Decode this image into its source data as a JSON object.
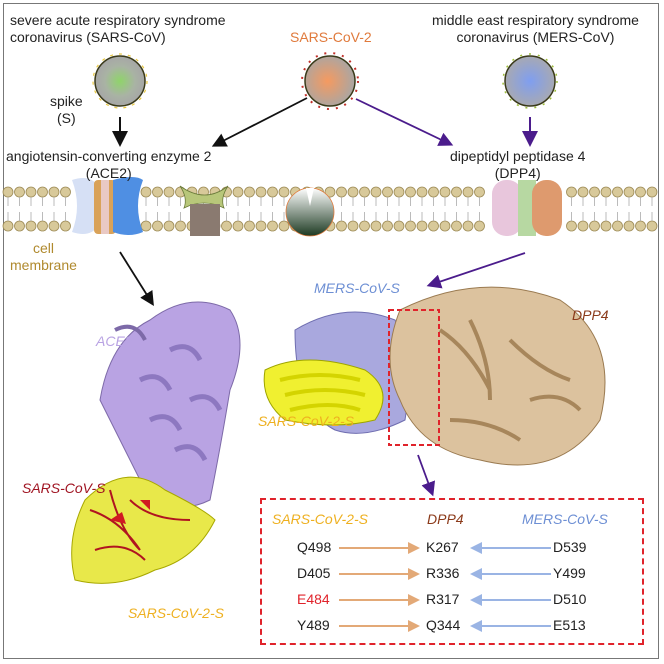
{
  "viruses": {
    "sars_cov": {
      "line1": "severe acute respiratory syndrome",
      "line2": "coronavirus (SARS-CoV)"
    },
    "sars_cov_2": {
      "label": "SARS-CoV-2"
    },
    "mers_cov": {
      "line1": "middle east respiratory syndrome",
      "line2": "coronavirus  (MERS-CoV)"
    }
  },
  "spike": {
    "line1": "spike",
    "line2": "(S)"
  },
  "receptors": {
    "ace2": {
      "line1": "angiotensin-converting enzyme 2",
      "line2": "(ACE2)"
    },
    "dpp4": {
      "line1": "dipeptidyl peptidase 4",
      "line2": "(DPP4)"
    }
  },
  "membrane": {
    "line1": "cell",
    "line2": "membrane"
  },
  "structures": {
    "ace2_label": "ACE2",
    "sars_cov_s_label": "SARS-CoV-S",
    "sars_cov_2_s_left_label": "SARS-CoV-2-S",
    "mers_cov_s_label": "MERS-CoV-S",
    "dpp4_label": "DPP4",
    "sars_cov_2_s_right_label": "SARS-CoV-2-S"
  },
  "interactions": {
    "headers": {
      "left": "SARS-CoV-2-S",
      "middle": "DPP4",
      "right": "MERS-CoV-S"
    },
    "rows": [
      {
        "sars2": "Q498",
        "dpp4": "K267",
        "mers": "D539",
        "highlight": false
      },
      {
        "sars2": "D405",
        "dpp4": "R336",
        "mers": "Y499",
        "highlight": false
      },
      {
        "sars2": "E484",
        "dpp4": "R317",
        "mers": "D510",
        "highlight": true
      },
      {
        "sars2": "Y489",
        "dpp4": "Q344",
        "mers": "E513",
        "highlight": false
      }
    ]
  },
  "colors": {
    "sars2_orange": "#e07a3c",
    "mers_blue": "#6d8fd4",
    "dpp4_brown": "#8b3a1a",
    "ace2_purple": "#b9a3e3",
    "sars_red": "#a01422",
    "highlight_red": "#e0232b",
    "purple_arrow": "#4b1c8c",
    "membrane_gold": "#b08a2e"
  }
}
